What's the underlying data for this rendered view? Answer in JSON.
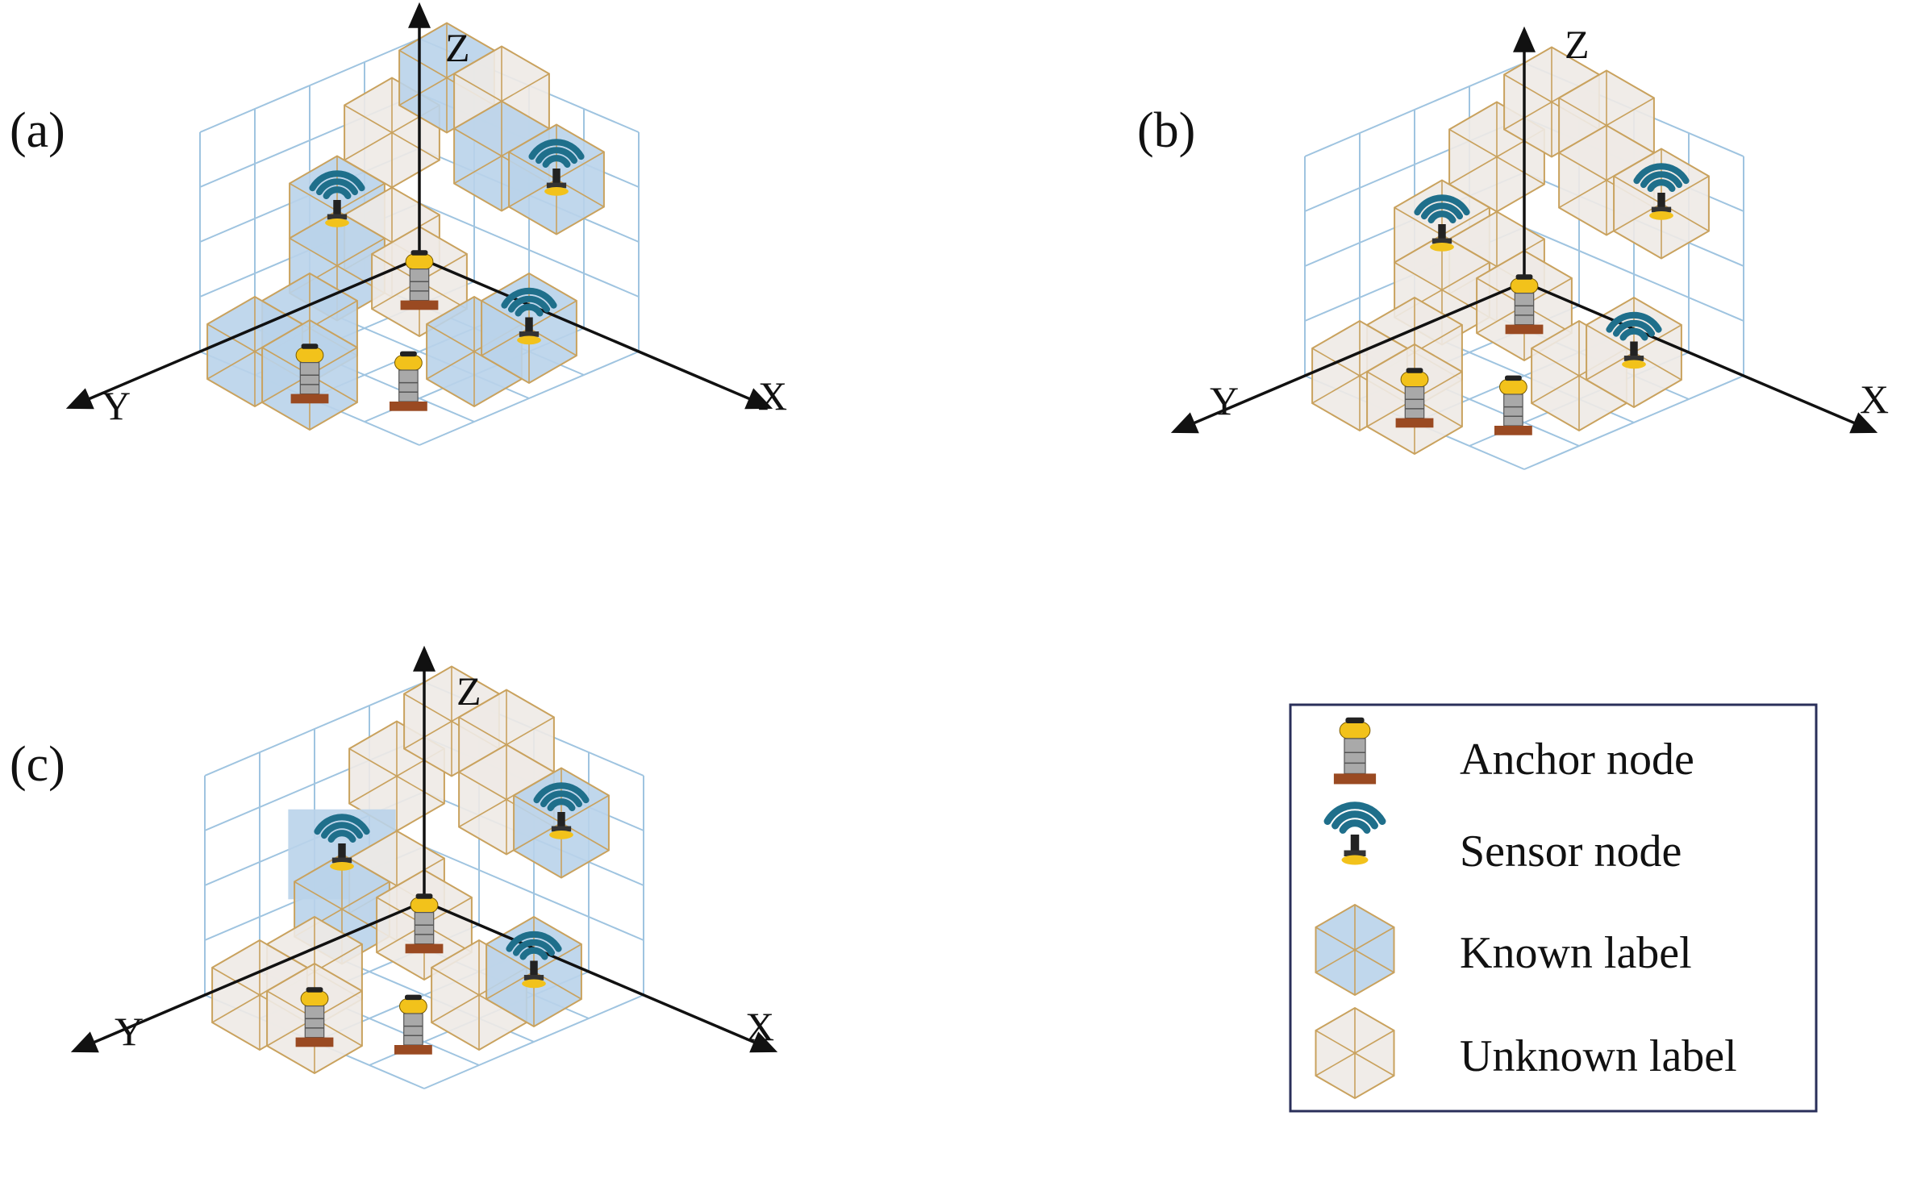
{
  "colors": {
    "grid_line": "#9fc4e0",
    "hex_edge": "#c9a25e",
    "known_fill": "#b9d3ea",
    "unknown_fill": "#eeeae6",
    "axis": "#111111",
    "sensor_wave": "#1f6f8b",
    "anchor_head": "#f2c21b",
    "anchor_body": "#a9a9a9",
    "anchor_base": "#9a4a22",
    "legend_border": "#2a2f5a"
  },
  "axes": {
    "x": "X",
    "y": "Y",
    "z": "Z"
  },
  "panels": [
    {
      "label": "(a)",
      "cells": [
        {
          "face": "left",
          "u": 0.5,
          "v": 2.5,
          "kind": "unknown"
        },
        {
          "face": "left",
          "u": 1.5,
          "v": 1.5,
          "kind": "known",
          "node": "sensor"
        },
        {
          "face": "left",
          "u": 0.5,
          "v": 0.5,
          "kind": "unknown"
        },
        {
          "face": "left",
          "u": 1.5,
          "v": 0.5,
          "kind": "known"
        },
        {
          "face": "right",
          "u": 0.5,
          "v": 3.5,
          "kind": "known"
        },
        {
          "face": "right",
          "u": 1.5,
          "v": 3.5,
          "kind": "unknown"
        },
        {
          "face": "right",
          "u": 1.5,
          "v": 2.5,
          "kind": "known"
        },
        {
          "face": "right",
          "u": 2.5,
          "v": 2.5,
          "kind": "known",
          "node": "sensor"
        },
        {
          "face": "floor",
          "u": 0.5,
          "v": 0.5,
          "kind": "unknown",
          "node": "anchor"
        },
        {
          "face": "floor",
          "u": 0.5,
          "v": 2.5,
          "kind": "known"
        },
        {
          "face": "floor",
          "u": 0.5,
          "v": 3.5,
          "kind": "known"
        },
        {
          "face": "floor",
          "u": 1.5,
          "v": 3.5,
          "kind": "known",
          "node": "anchor"
        },
        {
          "face": "floor",
          "u": 2.5,
          "v": 1.5,
          "kind": "known"
        },
        {
          "face": "floor",
          "u": 2.5,
          "v": 0.5,
          "kind": "known",
          "node": "sensor"
        }
      ],
      "ground_anchor": {
        "u": 2.7,
        "v": 2.9
      }
    },
    {
      "label": "(b)",
      "cells": [
        {
          "face": "left",
          "u": 0.5,
          "v": 2.5,
          "kind": "unknown"
        },
        {
          "face": "left",
          "u": 1.5,
          "v": 1.5,
          "kind": "unknown",
          "node": "sensor"
        },
        {
          "face": "left",
          "u": 0.5,
          "v": 0.5,
          "kind": "unknown"
        },
        {
          "face": "left",
          "u": 1.5,
          "v": 0.5,
          "kind": "unknown"
        },
        {
          "face": "right",
          "u": 0.5,
          "v": 3.5,
          "kind": "unknown"
        },
        {
          "face": "right",
          "u": 1.5,
          "v": 3.5,
          "kind": "unknown"
        },
        {
          "face": "right",
          "u": 1.5,
          "v": 2.5,
          "kind": "unknown"
        },
        {
          "face": "right",
          "u": 2.5,
          "v": 2.5,
          "kind": "unknown",
          "node": "sensor"
        },
        {
          "face": "floor",
          "u": 0.5,
          "v": 0.5,
          "kind": "unknown",
          "node": "anchor"
        },
        {
          "face": "floor",
          "u": 0.5,
          "v": 2.5,
          "kind": "unknown"
        },
        {
          "face": "floor",
          "u": 0.5,
          "v": 3.5,
          "kind": "unknown"
        },
        {
          "face": "floor",
          "u": 1.5,
          "v": 3.5,
          "kind": "unknown",
          "node": "anchor"
        },
        {
          "face": "floor",
          "u": 2.5,
          "v": 1.5,
          "kind": "unknown"
        },
        {
          "face": "floor",
          "u": 2.5,
          "v": 0.5,
          "kind": "unknown",
          "node": "sensor"
        }
      ],
      "ground_anchor": {
        "u": 2.7,
        "v": 2.9
      }
    },
    {
      "label": "(c)",
      "cells": [
        {
          "face": "left",
          "u": 0.5,
          "v": 2.5,
          "kind": "unknown"
        },
        {
          "face": "left",
          "u": 1.5,
          "v": 1.5,
          "kind": "known",
          "node": "sensor",
          "shape": "square"
        },
        {
          "face": "left",
          "u": 0.5,
          "v": 0.5,
          "kind": "unknown"
        },
        {
          "face": "left",
          "u": 1.5,
          "v": 0.5,
          "kind": "known"
        },
        {
          "face": "right",
          "u": 0.5,
          "v": 3.5,
          "kind": "unknown"
        },
        {
          "face": "right",
          "u": 1.5,
          "v": 3.5,
          "kind": "unknown"
        },
        {
          "face": "right",
          "u": 1.5,
          "v": 2.5,
          "kind": "unknown"
        },
        {
          "face": "right",
          "u": 2.5,
          "v": 2.5,
          "kind": "known",
          "node": "sensor"
        },
        {
          "face": "floor",
          "u": 0.5,
          "v": 0.5,
          "kind": "unknown",
          "node": "anchor"
        },
        {
          "face": "floor",
          "u": 0.5,
          "v": 2.5,
          "kind": "unknown"
        },
        {
          "face": "floor",
          "u": 0.5,
          "v": 3.5,
          "kind": "unknown"
        },
        {
          "face": "floor",
          "u": 1.5,
          "v": 3.5,
          "kind": "unknown",
          "node": "anchor"
        },
        {
          "face": "floor",
          "u": 2.5,
          "v": 1.5,
          "kind": "unknown"
        },
        {
          "face": "floor",
          "u": 2.5,
          "v": 0.5,
          "kind": "known",
          "node": "sensor"
        }
      ],
      "ground_anchor": {
        "u": 2.7,
        "v": 2.9
      }
    }
  ],
  "legend": {
    "items": [
      {
        "icon": "anchor-node-icon",
        "label": "Anchor node"
      },
      {
        "icon": "sensor-node-icon",
        "label": "Sensor node"
      },
      {
        "icon": "known-label-hexagon-icon",
        "label": "Known label"
      },
      {
        "icon": "unknown-label-hexagon-icon",
        "label": "Unknown label"
      }
    ]
  }
}
